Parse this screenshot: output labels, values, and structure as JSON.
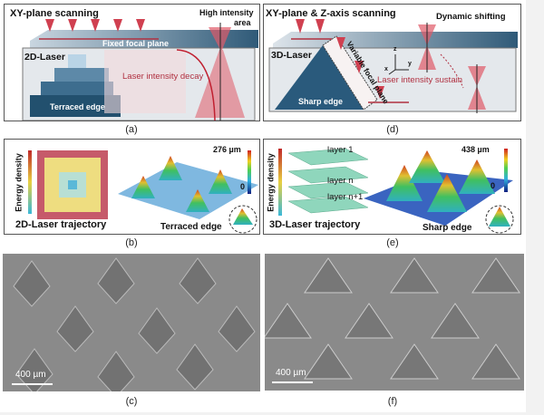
{
  "panel_a": {
    "title": "XY-plane scanning",
    "laser": "2D-Laser",
    "focal": "Fixed focal plane",
    "decay": "Laser intensity decay",
    "edge": "Terraced edge",
    "high": "High intensity",
    "area": "area",
    "caption": "(a)"
  },
  "panel_d": {
    "title": "XY-plane & Z-axis scanning",
    "laser": "3D-Laser",
    "focal": "Variable focal plane",
    "sustain": "Laser intensity sustain",
    "edge": "Sharp edge",
    "shift": "Dynamic shifting",
    "axes": {
      "x": "x",
      "y": "y",
      "z": "z"
    },
    "caption": "(d)"
  },
  "panel_b": {
    "ylabel": "Energy density",
    "trajectory": "2D-Laser trajectory",
    "max": "276 µm",
    "min": "0",
    "edge": "Terraced edge",
    "caption": "(b)"
  },
  "panel_e": {
    "ylabel": "Energy density",
    "layers": [
      "layer 1",
      "layer n",
      "layer n+1"
    ],
    "trajectory": "3D-Laser trajectory",
    "max": "438 µm",
    "min": "0",
    "edge": "Sharp edge",
    "caption": "(e)"
  },
  "panel_c": {
    "scale": "400 µm",
    "caption": "(c)"
  },
  "panel_f": {
    "scale": "400 µm",
    "caption": "(f)"
  }
}
